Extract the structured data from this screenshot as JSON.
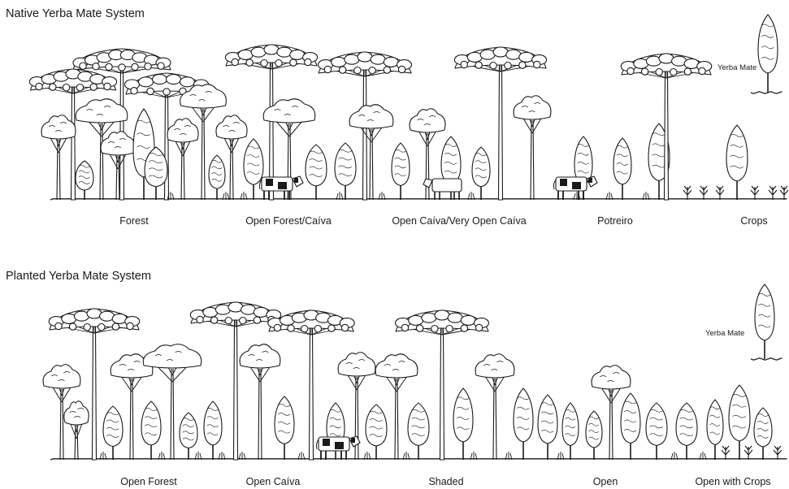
{
  "panels": [
    {
      "id": "native",
      "title": "Native Yerba Mate System",
      "legend": "Yerba Mate",
      "categories": [
        "Forest",
        "Open Forest/Caíva",
        "Open Caíva/Very Open Caíva",
        "Potreiro",
        "Crops"
      ]
    },
    {
      "id": "planted",
      "title": "Planted Yerba Mate System",
      "legend": "Yerba Mate",
      "categories": [
        "Open Forest",
        "Open Caíva",
        "Shaded",
        "Open",
        "Open with Crops"
      ]
    }
  ],
  "colors": {
    "ink": "#1a1a1a",
    "background": "#ffffff"
  },
  "icons": [
    "araucaria-tree-icon",
    "broadleaf-tree-icon",
    "yerba-mate-tree-icon",
    "cow-icon",
    "crop-sprout-icon",
    "grass-tuft-icon"
  ]
}
